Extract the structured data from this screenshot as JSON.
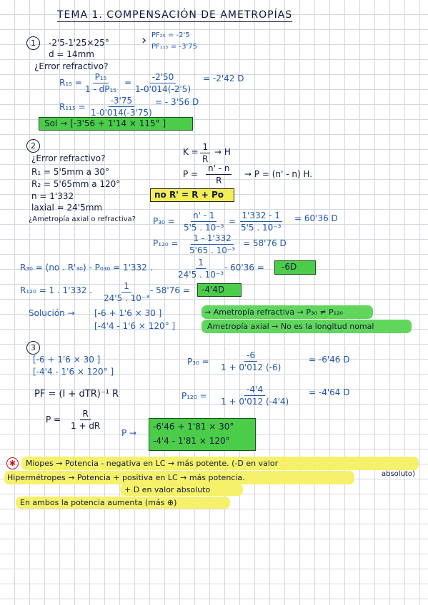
{
  "title": "TEMA 1. COMPENSACIÓN DE AMETROPÍAS",
  "s1": {
    "num": "1",
    "line1": "-2'5-1'25×25°",
    "brace_top": "PF₂₅ = -2'5",
    "brace_bottom": "PF₁₁₅ = -3'75",
    "d": "d = 14mm",
    "question": "¿Error refractivo?",
    "r15_label": "R₁₅ =",
    "r15_num": "P₁₅",
    "r15_den": "1 - dP₁₅",
    "r15_eq": "=",
    "r15_num2": "-2'50",
    "r15_den2": "1-0'014(-2'5)",
    "r15_res": "= -2'42 D",
    "r115_label": "R₁₁₅ =",
    "r115_num": "-3'75",
    "r115_den": "1-0'014(-3'75)",
    "r115_res": "= - 3'56 D",
    "sol": "Sol → [-3'56 + 1'14 × 115° ]"
  },
  "s2": {
    "num": "2",
    "question": "¿Error refractivo?",
    "r1": "R₁ = 5'5mm a 30°",
    "r2": "R₂ = 5'65mm a 120°",
    "n": "n = 1'332",
    "laxial": "laxial = 24'5mm",
    "q2": "¿Ametropía axial o refractiva?",
    "k_left": "K =",
    "k_num": "1",
    "k_den": "R",
    "k_right": "→ H",
    "p_left": "P =",
    "p_num": "n' - n",
    "p_den": "R",
    "p_right": "→ P = (n' - n) H.",
    "formula": "no R' = R + Po",
    "p30_label": "P₃₀ =",
    "p30_num": "n' - 1",
    "p30_den": "5'5 . 10⁻³",
    "p30_num2": "1'332 - 1",
    "p30_den2": "5'5 . 10⁻³",
    "p30_res": "= 60'36 D",
    "p120_label": "P₁₂₀ =",
    "p120_num": "1 - 1'332",
    "p120_den": "5'65 . 10⁻³",
    "p120_res": "= 58'76 D",
    "r30_left": "R₃₀ = (no . R'₃₀) - P₀₃₀ = 1'332 .",
    "r30_num": "1",
    "r30_den": "24'5 . 10⁻³",
    "r30_mid": "- 60'36 =",
    "r30_res": "-6D",
    "r120_left": "R₁₂₀ = 1 . 1'332 .",
    "r120_num": "1",
    "r120_den": "24'5 . 10⁻³",
    "r120_mid": "- 58'76 =",
    "r120_res": "-4'4D",
    "sol_label": "Solución →",
    "sol_line1": "[-6 + 1'6 × 30 ]",
    "sol_line2": "[-4'4 - 1'6 × 120° ]",
    "ame1": "→ Ametropía refractiva → P₃₀ ≠ P₁₂₀",
    "ame2": "Ametropía axial → No es la longitud nomal"
  },
  "s3": {
    "num": "3",
    "line1": "[-6 + 1'6 × 30 ]",
    "line2": "[-4'4 - 1'6 × 120° ]",
    "pf_eq": "PF = (I + dTR)⁻¹ R",
    "p_left": "P =",
    "p_num": "R",
    "p_den": "1 + dR",
    "p30_label": "P₃₀ =",
    "p30_num": "-6",
    "p30_den": "1 + 0'012 (-6)",
    "p30_res": "= -6'46 D",
    "p120_label": "P₁₂₀ =",
    "p120_num": "-4'4",
    "p120_den": "1 + 0'012 (-4'4)",
    "p120_res": "= -4'64 D",
    "arrow": "P →",
    "box1": "-6'46 + 1'81 × 30°",
    "box2": "-4'4 - 1'81 × 120°"
  },
  "note": {
    "star": "✱",
    "line1": "Miopes → Potencia - negativa en LC → más potente. (-D en valor",
    "line1b": "absoluto)",
    "line2": "Hipermétropes → Potencia + positiva en LC → más potencia.",
    "line3": "+ D en valor absoluto",
    "line4": "En ambos la potencia aumenta (más ⊕)"
  },
  "colors": {
    "ink": "#101a3a",
    "blue": "#2257a8",
    "green": "#4ccd49",
    "yellow": "#f3ee55",
    "red": "#c4141b",
    "grid": "#d4d8df"
  }
}
